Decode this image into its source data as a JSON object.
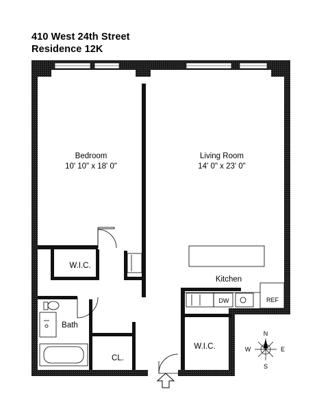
{
  "header": {
    "address": "410 West 24th Street",
    "residence": "Residence 12K"
  },
  "rooms": {
    "bedroom": {
      "name": "Bedroom",
      "dims": "10' 10\" x 18' 0\""
    },
    "living": {
      "name": "Living Room",
      "dims": "14' 0\" x 23' 0\""
    },
    "kitchen": {
      "name": "Kitchen"
    },
    "wic1": {
      "name": "W.I.C."
    },
    "wic2": {
      "name": "W.I.C."
    },
    "bath": {
      "name": "Bath"
    },
    "closet": {
      "name": "CL."
    },
    "dw": {
      "name": "DW"
    },
    "ref": {
      "name": "REF"
    }
  },
  "compass": {
    "n": "N",
    "s": "S",
    "e": "E",
    "w": "W"
  }
}
